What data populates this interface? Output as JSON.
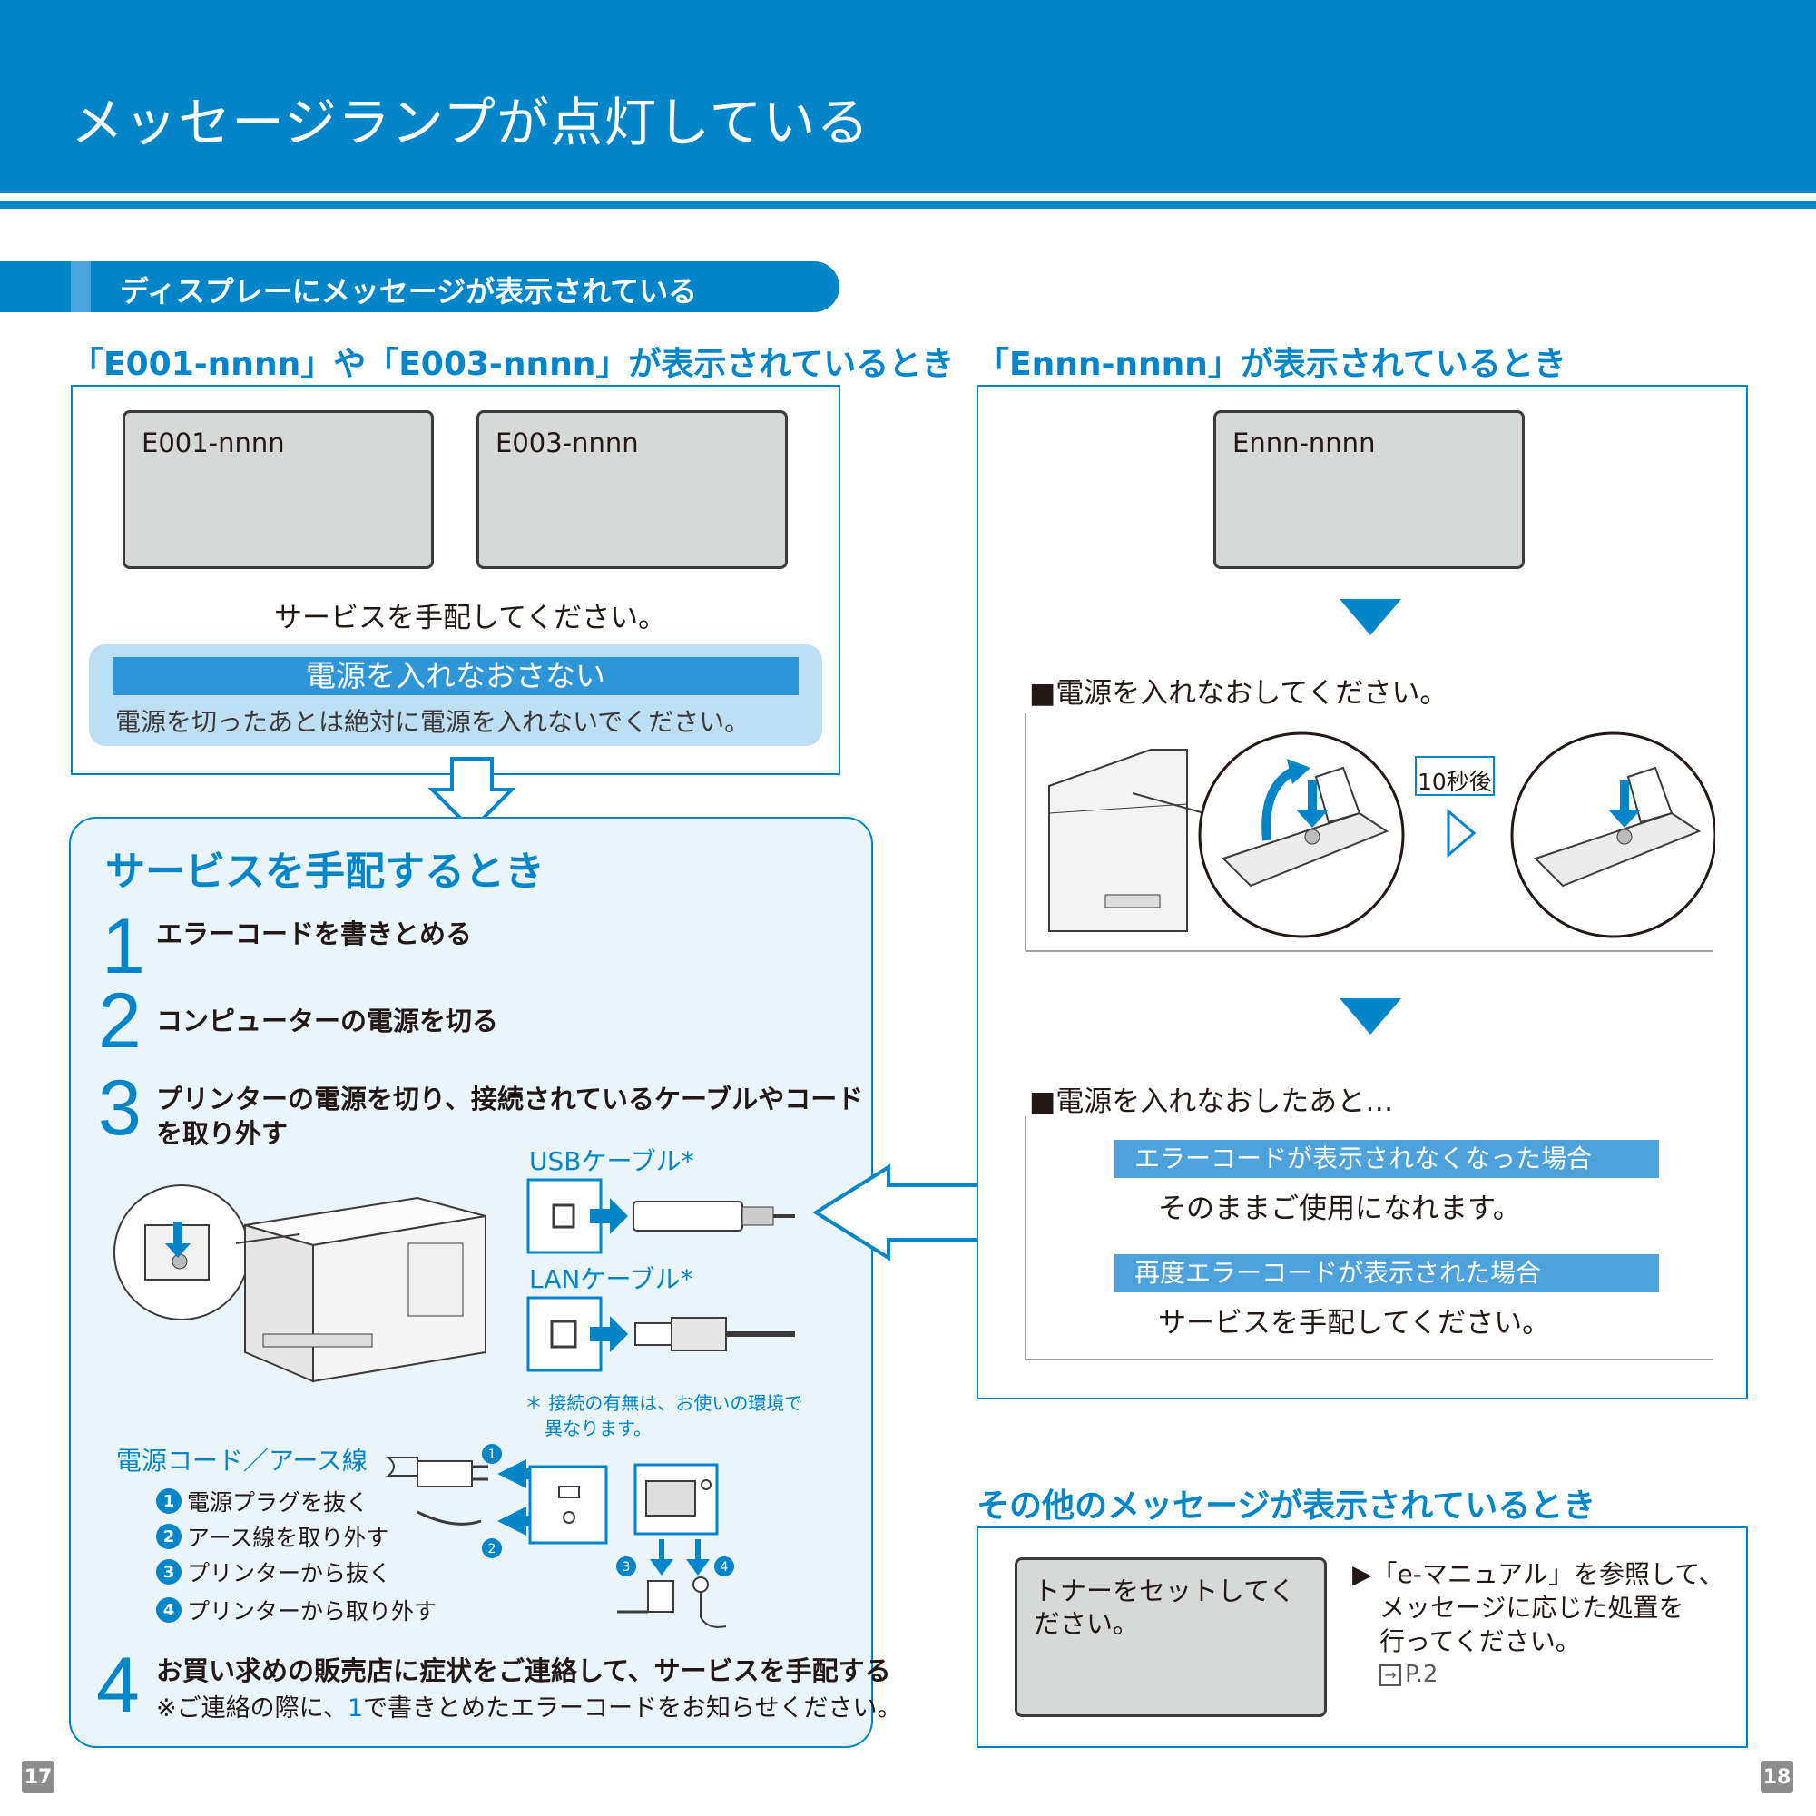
{
  "header": {
    "title": "メッセージランプが点灯している"
  },
  "section": {
    "title": "ディスプレーにメッセージが表示されている"
  },
  "left_panel": {
    "heading": "「E001-nnnn」や「E003-nnnn」が表示されているとき",
    "lcd1": "E001-nnnn",
    "lcd2": "E003-nnnn",
    "instruction": "サービスを手配してください。",
    "warning_title": "電源を入れなおさない",
    "warning_text": "電源を切ったあとは絶対に電源を入れないでください。"
  },
  "service": {
    "title": "サービスを手配するとき",
    "steps": [
      {
        "num": "1",
        "text": "エラーコードを書きとめる"
      },
      {
        "num": "2",
        "text": "コンピューターの電源を切る"
      },
      {
        "num": "3",
        "text": "プリンターの電源を切り、接続されているケーブルやコード",
        "text2": "を取り外す"
      },
      {
        "num": "4",
        "text": "お買い求めの販売店に症状をご連絡して、サービスを手配する",
        "note_pre": "※ご連絡の際に、",
        "note_num": "1",
        "note_post": "で書きとめたエラーコードをお知らせください。"
      }
    ],
    "usb_label": "USBケーブル*",
    "lan_label": "LANケーブル*",
    "footnote1": "＊ 接続の有無は、お使いの環境で",
    "footnote2": "異なります。",
    "power_heading": "電源コード／アース線",
    "power_items": [
      {
        "n": "1",
        "text": "電源プラグを抜く"
      },
      {
        "n": "2",
        "text": "アース線を取り外す"
      },
      {
        "n": "3",
        "text": "プリンターから抜く"
      },
      {
        "n": "4",
        "text": "プリンターから取り外す"
      }
    ]
  },
  "right_panel": {
    "heading": "「Ennn-nnnn」が表示されているとき",
    "lcd": "Ennn-nnnn",
    "restart_heading": "■電源を入れなおしてください。",
    "wait_label": "10秒後",
    "after_heading": "■電源を入れなおしたあと…",
    "case1_label": "エラーコードが表示されなくなった場合",
    "case1_text": "そのままご使用になれます。",
    "case2_label": "再度エラーコードが表示された場合",
    "case2_text": "サービスを手配してください。"
  },
  "other": {
    "heading": "その他のメッセージが表示されているとき",
    "lcd": "トナーをセットしてください。",
    "text1": "▶「e-マニュアル」を参照して、",
    "text2": "メッセージに応じた処置を",
    "text3": "行ってください。",
    "ref": "P.2"
  },
  "pages": {
    "left": "17",
    "right": "18"
  },
  "colors": {
    "brand_blue": "#0085c9",
    "light_blue": "#bcdff4",
    "panel_bg": "#eaf4fb"
  }
}
